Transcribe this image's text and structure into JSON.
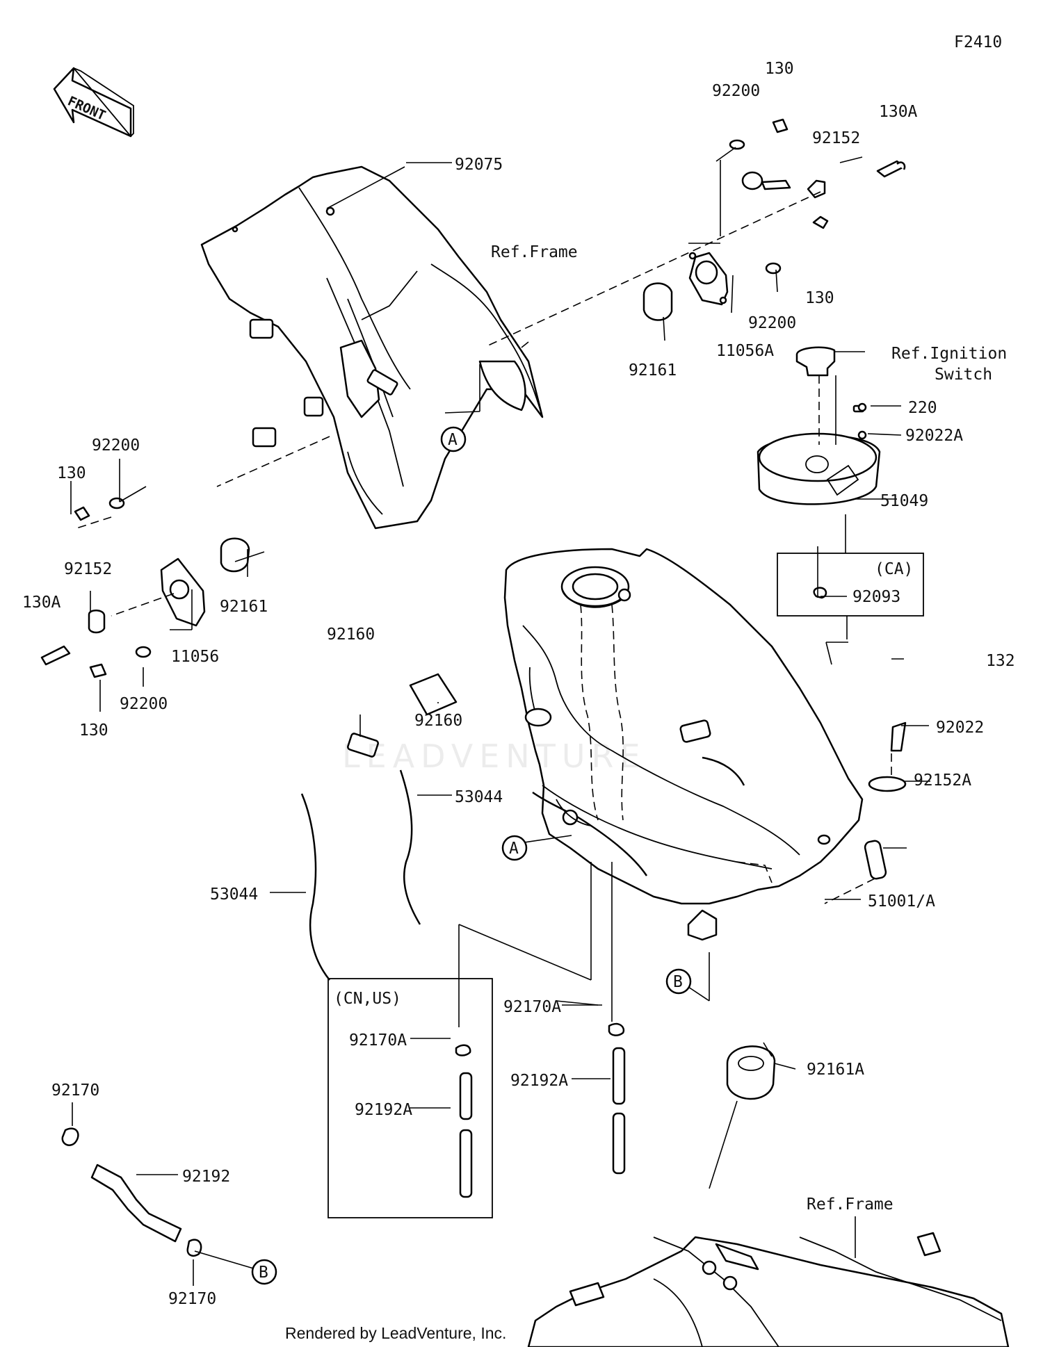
{
  "diagram": {
    "code": "F2410",
    "front_label": "FRONT",
    "watermark": "LEADVENTURE",
    "credit": "Rendered by LeadVenture, Inc.",
    "variant_labels": {
      "ca": "(CA)",
      "cn_us": "(CN,US)"
    },
    "callouts": [
      "A",
      "A",
      "B",
      "B"
    ],
    "part_labels": [
      "130",
      "92200",
      "130A",
      "92152",
      "92075",
      "Ref.Frame",
      "130",
      "92200",
      "92161",
      "11056A",
      "Ref.Ignition",
      "Switch",
      "220",
      "92022A",
      "51049",
      "92093",
      "92200",
      "130",
      "130A",
      "92152",
      "92161",
      "11056",
      "92200",
      "130",
      "92160",
      "92160",
      "53044",
      "53044",
      "132",
      "92022",
      "92152A",
      "51001/A",
      "92170A",
      "92192A",
      "92170A",
      "92192A",
      "92161A",
      "92170",
      "92192",
      "92170",
      "Ref.Frame"
    ]
  }
}
